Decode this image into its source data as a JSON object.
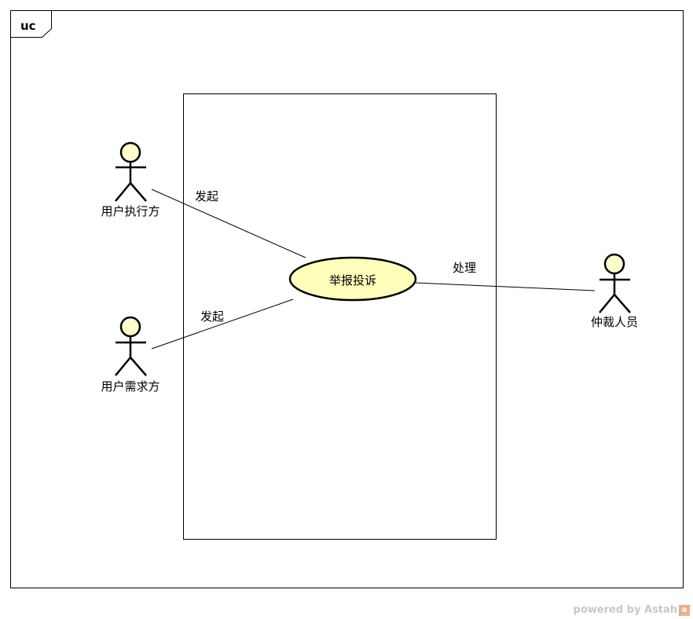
{
  "frame": {
    "label": "uc"
  },
  "actors": [
    {
      "id": "user-executor",
      "label": "用户执行方"
    },
    {
      "id": "user-requester",
      "label": "用户需求方"
    },
    {
      "id": "arbitrator",
      "label": "仲裁人员"
    }
  ],
  "use_case": {
    "label": "举报投诉"
  },
  "associations": [
    {
      "from": "user-executor",
      "label": "发起"
    },
    {
      "from": "user-requester",
      "label": "发起"
    },
    {
      "from": "arbitrator",
      "label": "处理"
    }
  ],
  "colors": {
    "actor_head_fill": "#ffffcc",
    "usecase_fill": "#ffffbb",
    "stroke": "#000000"
  },
  "watermark": {
    "text": "powered by Astah",
    "logo_glyph": "a"
  }
}
